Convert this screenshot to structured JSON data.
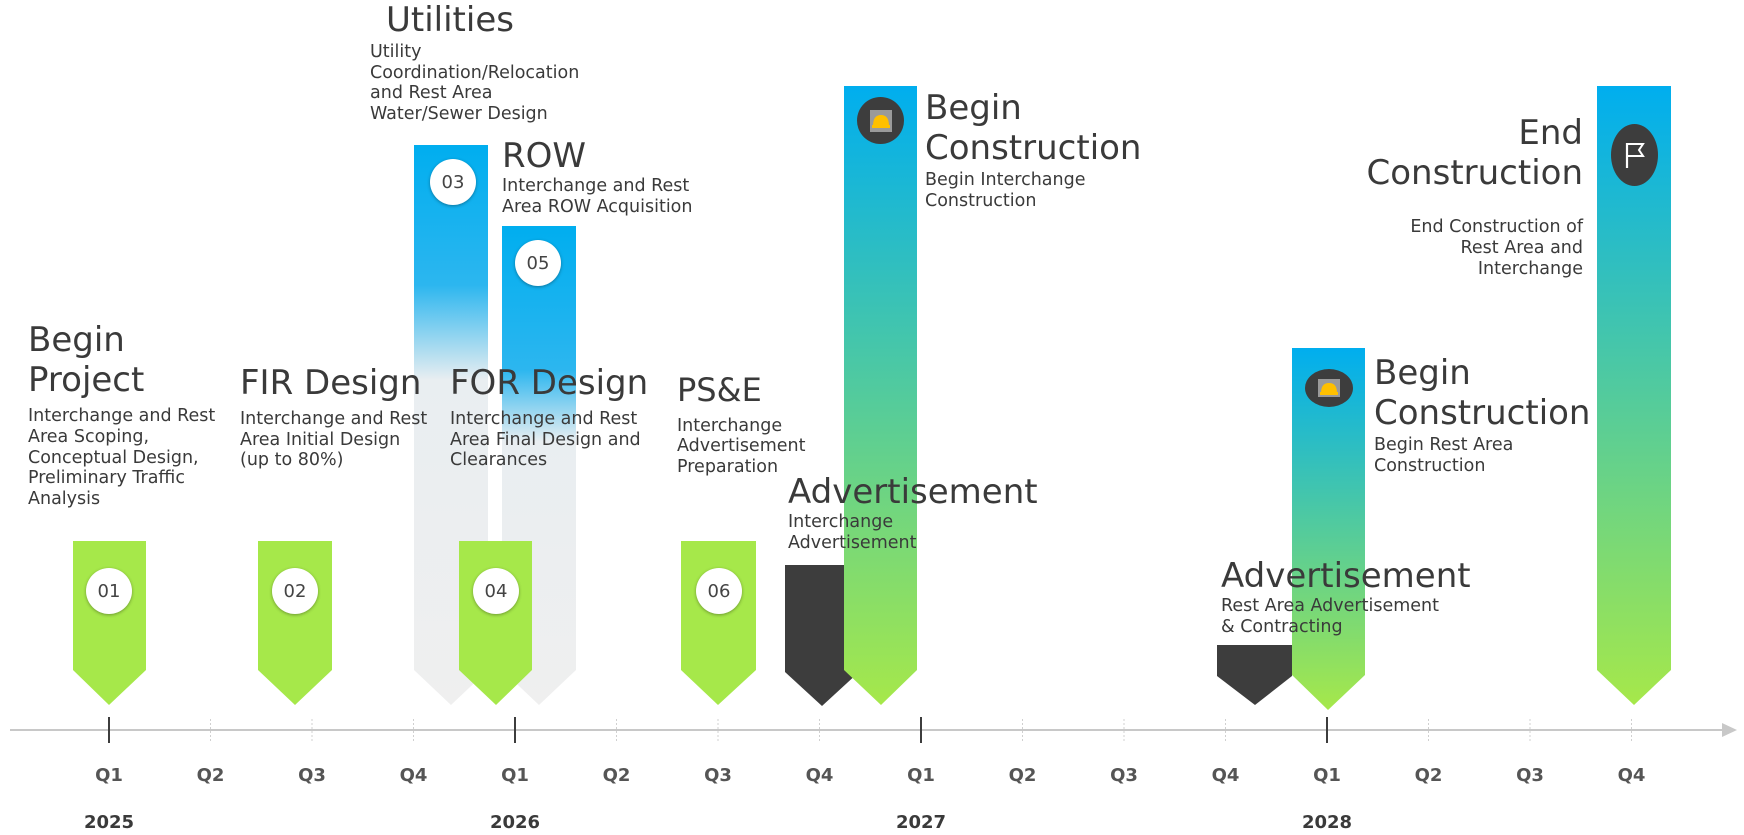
{
  "milestones": {
    "m01": {
      "badge": "01",
      "title_lines": [
        "Begin",
        "Project"
      ],
      "desc_lines": [
        "Interchange and Rest",
        "Area Scoping,",
        "Conceptual Design,",
        "Preliminary Traffic",
        "Analysis"
      ]
    },
    "m02": {
      "badge": "02",
      "title_lines": [
        "FIR Design"
      ],
      "desc_lines": [
        "Interchange and Rest",
        "Area Initial Design",
        "(up to 80%)"
      ]
    },
    "m03": {
      "badge": "03",
      "title_lines": [
        "Utilities"
      ],
      "desc_lines": [
        "Utility",
        "Coordination/Relocation",
        "and Rest Area",
        "Water/Sewer Design"
      ]
    },
    "m04": {
      "badge": "04",
      "title_lines": [
        "FOR Design"
      ],
      "desc_lines": [
        "Interchange and Rest",
        "Area Final Design and",
        "Clearances"
      ]
    },
    "m05": {
      "badge": "05",
      "title_lines": [
        "ROW"
      ],
      "desc_lines": [
        "Interchange and Rest",
        "Area ROW Acquisition"
      ]
    },
    "m06": {
      "badge": "06",
      "title_lines": [
        "PS&E"
      ],
      "desc_lines": [
        "Interchange",
        "Advertisement",
        "Preparation"
      ]
    },
    "adv1": {
      "title_lines": [
        "Advertisement"
      ],
      "desc_lines": [
        "Interchange",
        "Advertisement"
      ]
    },
    "con1": {
      "icon": "hard-hat-icon",
      "title_lines": [
        "Begin",
        "Construction"
      ],
      "desc_lines": [
        "Begin Interchange",
        "Construction"
      ]
    },
    "adv2": {
      "title_lines": [
        "Advertisement"
      ],
      "desc_lines": [
        "Rest Area Advertisement",
        "& Contracting"
      ]
    },
    "con2": {
      "icon": "hard-hat-icon",
      "title_lines": [
        "Begin",
        "Construction"
      ],
      "desc_lines": [
        "Begin Rest Area",
        "Construction"
      ]
    },
    "end": {
      "icon": "flag-icon",
      "title_lines": [
        "End",
        "Construction"
      ],
      "desc_lines": [
        "End Construction of",
        "Rest Area and",
        "Interchange"
      ]
    }
  },
  "axis": {
    "quarters": [
      "Q1",
      "Q2",
      "Q3",
      "Q4",
      "Q1",
      "Q2",
      "Q3",
      "Q4",
      "Q1",
      "Q2",
      "Q3",
      "Q4",
      "Q1",
      "Q2",
      "Q3",
      "Q4"
    ],
    "years": [
      "2025",
      "2026",
      "2027",
      "2028"
    ]
  },
  "colors": {
    "green": "#a6e84a",
    "blue": "#00aeef",
    "gray": "#efefef",
    "dark": "#3d3d3d",
    "text": "#3a3a3a",
    "axis": "#c8c8c8"
  }
}
